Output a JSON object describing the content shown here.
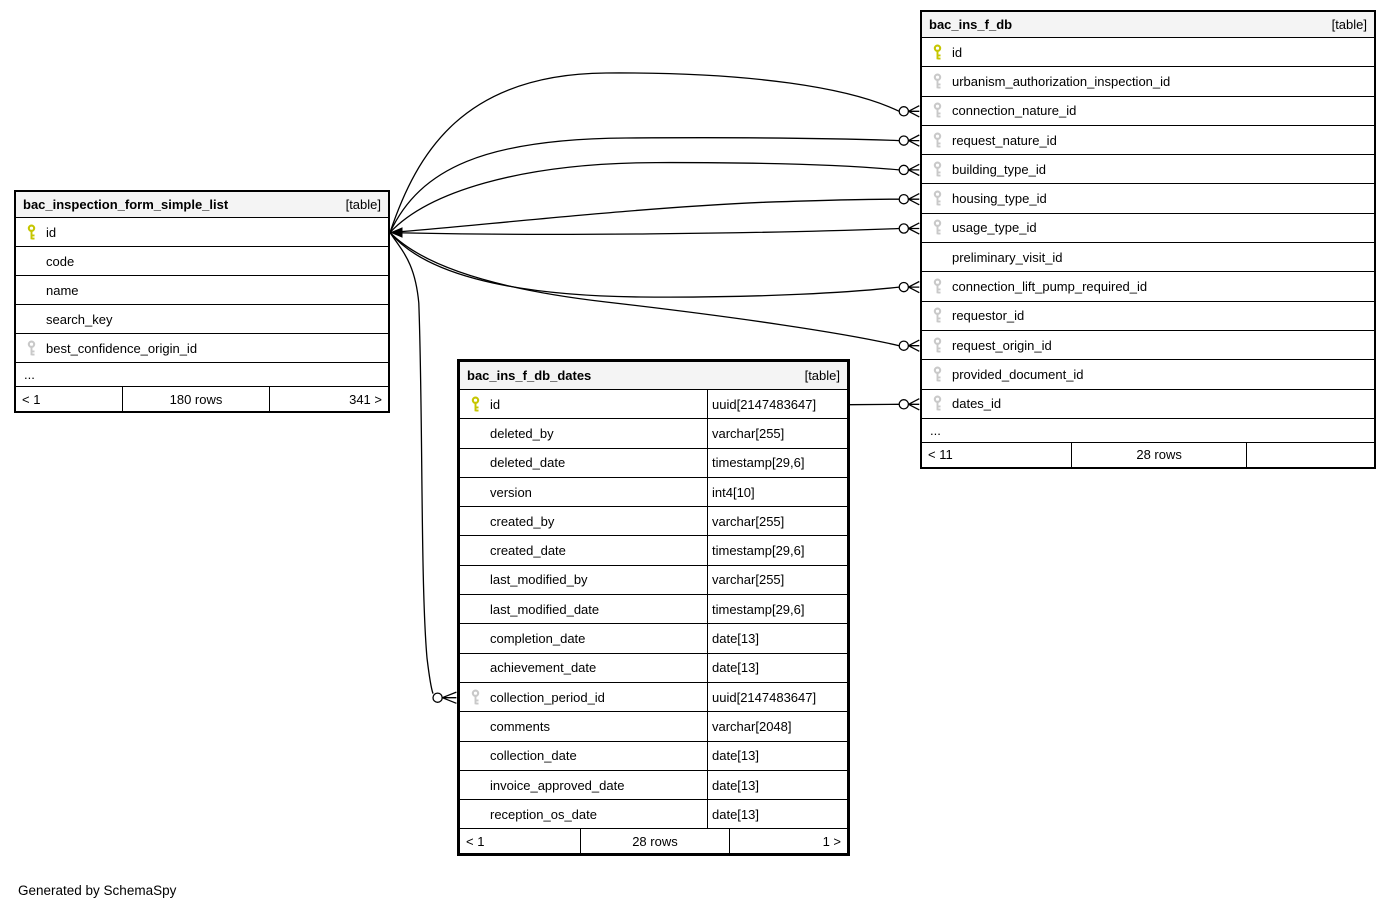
{
  "diagram": {
    "generator_note": "Generated by SchemaSpy",
    "colors": {
      "primary_key_icon": "#c6c600",
      "foreign_key_icon": "#c9c9c9",
      "header_background": "#f4f4f4",
      "border": "#000000",
      "background": "#ffffff"
    },
    "tables": {
      "left_table": {
        "title": "bac_inspection_form_simple_list",
        "tag": "[table]",
        "columns": [
          {
            "name": "id",
            "key": "primary"
          },
          {
            "name": "code",
            "key": "none"
          },
          {
            "name": "name",
            "key": "none"
          },
          {
            "name": "search_key",
            "key": "none"
          },
          {
            "name": "best_confidence_origin_id",
            "key": "foreign"
          },
          {
            "name": "..."
          }
        ],
        "footer": {
          "left": "< 1",
          "center": "180 rows",
          "right": "341 >"
        }
      },
      "db_table": {
        "title": "bac_ins_f_db",
        "tag": "[table]",
        "columns": [
          {
            "name": "id",
            "key": "primary"
          },
          {
            "name": "urbanism_authorization_inspection_id",
            "key": "foreign"
          },
          {
            "name": "connection_nature_id",
            "key": "foreign"
          },
          {
            "name": "request_nature_id",
            "key": "foreign"
          },
          {
            "name": "building_type_id",
            "key": "foreign"
          },
          {
            "name": "housing_type_id",
            "key": "foreign"
          },
          {
            "name": "usage_type_id",
            "key": "foreign"
          },
          {
            "name": "preliminary_visit_id",
            "key": "none"
          },
          {
            "name": "connection_lift_pump_required_id",
            "key": "foreign"
          },
          {
            "name": "requestor_id",
            "key": "foreign"
          },
          {
            "name": "request_origin_id",
            "key": "foreign"
          },
          {
            "name": "provided_document_id",
            "key": "foreign"
          },
          {
            "name": "dates_id",
            "key": "foreign"
          },
          {
            "name": "..."
          }
        ],
        "footer": {
          "left": "< 11",
          "center": "28 rows",
          "right": ""
        }
      },
      "dates_table": {
        "title": "bac_ins_f_db_dates",
        "tag": "[table]",
        "columns": [
          {
            "name": "id",
            "key": "primary",
            "type": "uuid[2147483647]"
          },
          {
            "name": "deleted_by",
            "key": "none",
            "type": "varchar[255]"
          },
          {
            "name": "deleted_date",
            "key": "none",
            "type": "timestamp[29,6]"
          },
          {
            "name": "version",
            "key": "none",
            "type": "int4[10]"
          },
          {
            "name": "created_by",
            "key": "none",
            "type": "varchar[255]"
          },
          {
            "name": "created_date",
            "key": "none",
            "type": "timestamp[29,6]"
          },
          {
            "name": "last_modified_by",
            "key": "none",
            "type": "varchar[255]"
          },
          {
            "name": "last_modified_date",
            "key": "none",
            "type": "timestamp[29,6]"
          },
          {
            "name": "completion_date",
            "key": "none",
            "type": "date[13]"
          },
          {
            "name": "achievement_date",
            "key": "none",
            "type": "date[13]"
          },
          {
            "name": "collection_period_id",
            "key": "foreign",
            "type": "uuid[2147483647]"
          },
          {
            "name": "comments",
            "key": "none",
            "type": "varchar[2048]"
          },
          {
            "name": "collection_date",
            "key": "none",
            "type": "date[13]"
          },
          {
            "name": "invoice_approved_date",
            "key": "none",
            "type": "date[13]"
          },
          {
            "name": "reception_os_date",
            "key": "none",
            "type": "date[13]"
          }
        ],
        "footer": {
          "left": "< 1",
          "center": "28 rows",
          "right": "1 >"
        }
      }
    },
    "relationships": [
      {
        "from": "bac_ins_f_db.connection_nature_id",
        "to": "bac_inspection_form_simple_list.id"
      },
      {
        "from": "bac_ins_f_db.request_nature_id",
        "to": "bac_inspection_form_simple_list.id"
      },
      {
        "from": "bac_ins_f_db.building_type_id",
        "to": "bac_inspection_form_simple_list.id"
      },
      {
        "from": "bac_ins_f_db.housing_type_id",
        "to": "bac_inspection_form_simple_list.id"
      },
      {
        "from": "bac_ins_f_db.usage_type_id",
        "to": "bac_inspection_form_simple_list.id"
      },
      {
        "from": "bac_ins_f_db.connection_lift_pump_required_id",
        "to": "bac_inspection_form_simple_list.id"
      },
      {
        "from": "bac_ins_f_db.request_origin_id",
        "to": "bac_inspection_form_simple_list.id"
      },
      {
        "from": "bac_ins_f_db.dates_id",
        "to": "bac_ins_f_db_dates.id"
      },
      {
        "from": "bac_ins_f_db_dates.collection_period_id",
        "to": "bac_inspection_form_simple_list.id"
      }
    ]
  }
}
